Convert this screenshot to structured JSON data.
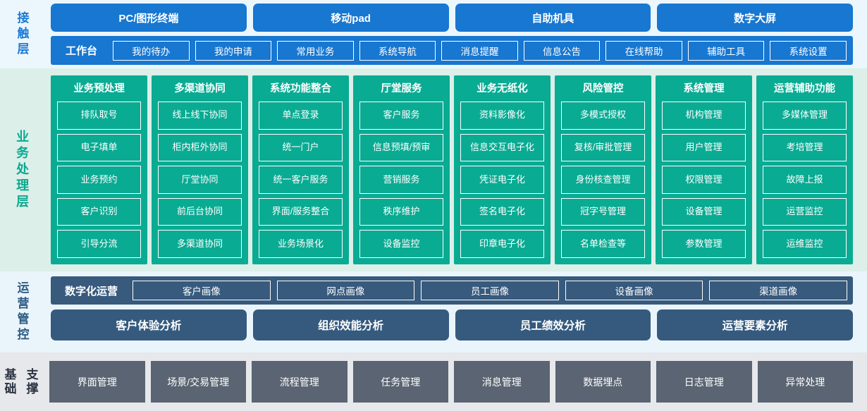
{
  "bands": {
    "access": {
      "label": "接触层",
      "channels": [
        "PC/图形终端",
        "移动pad",
        "自助机具",
        "数字大屏"
      ],
      "workbench_title": "工作台",
      "workbench_items": [
        "我的待办",
        "我的申请",
        "常用业务",
        "系统导航",
        "消息提醒",
        "信息公告",
        "在线帮助",
        "辅助工具",
        "系统设置"
      ]
    },
    "business": {
      "label": "业务处理层",
      "columns": [
        {
          "title": "业务预处理",
          "items": [
            "排队取号",
            "电子填单",
            "业务预约",
            "客户识别",
            "引导分流"
          ]
        },
        {
          "title": "多渠道协同",
          "items": [
            "线上线下协同",
            "柜内柜外协同",
            "厅堂协同",
            "前后台协同",
            "多渠道协同"
          ]
        },
        {
          "title": "系统功能整合",
          "items": [
            "单点登录",
            "统一门户",
            "统一客户服务",
            "界面/服务整合",
            "业务场景化"
          ]
        },
        {
          "title": "厅堂服务",
          "items": [
            "客户服务",
            "信息预填/预审",
            "营销服务",
            "秩序维护",
            "设备监控"
          ]
        },
        {
          "title": "业务无纸化",
          "items": [
            "资料影像化",
            "信息交互电子化",
            "凭证电子化",
            "签名电子化",
            "印章电子化"
          ]
        },
        {
          "title": "风险管控",
          "items": [
            "多模式授权",
            "复核/审批管理",
            "身份核查管理",
            "冠字号管理",
            "名单检查等"
          ]
        },
        {
          "title": "系统管理",
          "items": [
            "机构管理",
            "用户管理",
            "权限管理",
            "设备管理",
            "参数管理"
          ]
        },
        {
          "title": "运营辅助功能",
          "items": [
            "多媒体管理",
            "考培管理",
            "故障上报",
            "运营监控",
            "运维监控"
          ]
        }
      ]
    },
    "operations": {
      "label": "运营管控",
      "digital_title": "数字化运营",
      "portraits": [
        "客户画像",
        "网点画像",
        "员工画像",
        "设备画像",
        "渠道画像"
      ],
      "analyses": [
        "客户体验分析",
        "组织效能分析",
        "员工绩效分析",
        "运营要素分析"
      ]
    },
    "base": {
      "label_line1": "基础",
      "label_line2": "支撑",
      "items": [
        "界面管理",
        "场景/交易管理",
        "流程管理",
        "任务管理",
        "消息管理",
        "数据埋点",
        "日志管理",
        "异常处理"
      ]
    }
  },
  "colors": {
    "blue": "#1777d1",
    "blue_bg": "#ecf6fd",
    "green": "#09ab93",
    "green_bg": "#dcefe9",
    "slate": "#375a7d",
    "slate_bg": "#eaf5fb",
    "gray": "#5a6472",
    "gray_bg": "#e6e8eb"
  }
}
